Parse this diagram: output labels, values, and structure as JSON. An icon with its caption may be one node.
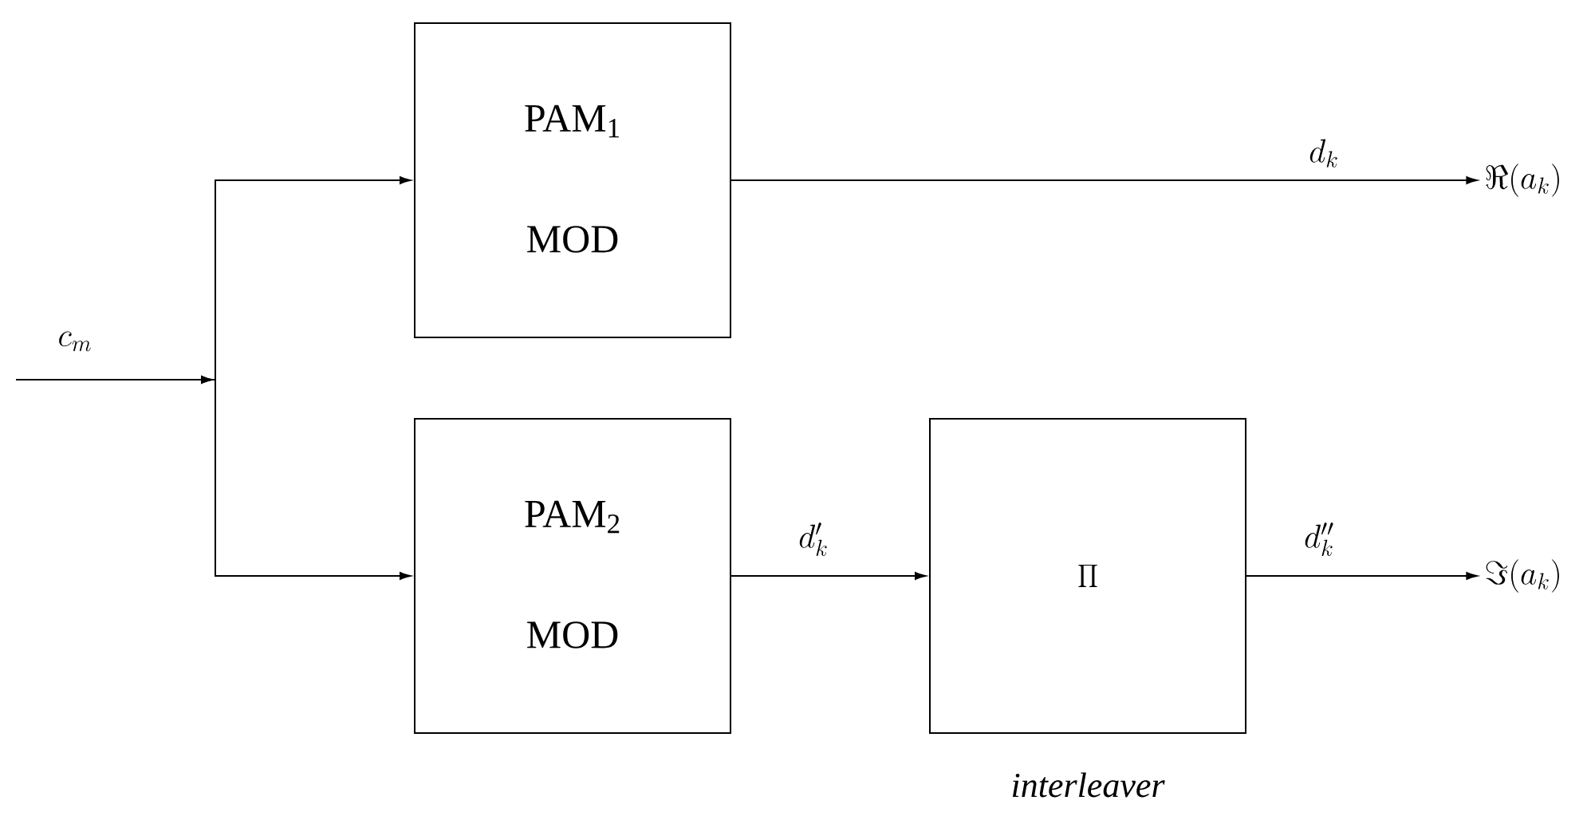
{
  "diagram": {
    "nodes": [
      {
        "text": [
          "PAM$_{1}$",
          "MOD"
        ]
      },
      {
        "text": [
          "PAM$_{2}$",
          "MOD"
        ]
      },
      {
        "text": [
          "\\prod"
        ],
        "beside": [
          "interleaver"
        ]
      },
      {
        "text": [
          "\\Re(a_k)"
        ]
      },
      {
        "text": [
          "\\Im(a_k)"
        ]
      }
    ],
    "edges": [
      {
        "from": null,
        "to": 0,
        "arrow": "to",
        "label": "c_m"
      },
      {
        "from": null,
        "to": 1,
        "arrow": "to"
      },
      {
        "from": 0,
        "to": 3,
        "arrow": "to",
        "label": "d_k"
      },
      {
        "from": 1,
        "to": 2,
        "arrow": "to",
        "label": "d'_k"
      },
      {
        "from": 2,
        "to": 4,
        "arrow": "to",
        "label": "d''_k"
      }
    ]
  }
}
